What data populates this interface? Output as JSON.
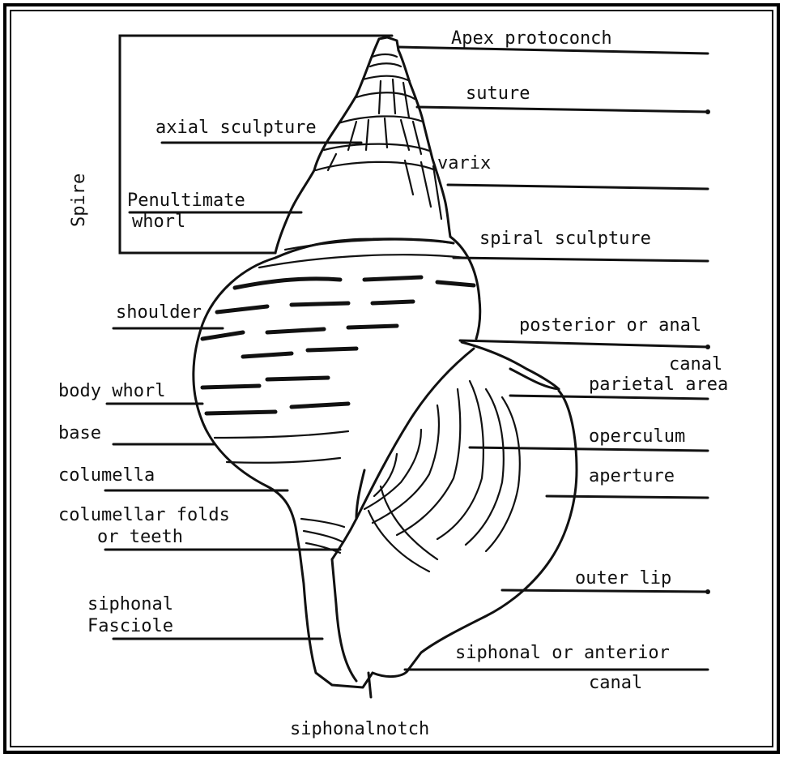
{
  "labels": {
    "apex": "Apex protoconch",
    "suture": "suture",
    "axial": "axial sculpture",
    "varix": "varix",
    "spire": "Spire",
    "penultimate_1": "Penultimate",
    "penultimate_2": "whorl",
    "spiral": "spiral sculpture",
    "shoulder": "shoulder",
    "posterior_1": "posterior or anal",
    "posterior_2": "canal",
    "parietal": "parietal area",
    "body_whorl": "body whorl",
    "base": "base",
    "operculum": "operculum",
    "columella": "columella",
    "aperture": "aperture",
    "col_folds_1": "columellar folds",
    "col_folds_2": "or teeth",
    "outer_lip": "outer lip",
    "siph_fasc_1": "siphonal",
    "siph_fasc_2": "Fasciole",
    "siph_canal_1": "siphonal or anterior",
    "siph_canal_2": "canal",
    "notch": "siphonalnotch"
  }
}
